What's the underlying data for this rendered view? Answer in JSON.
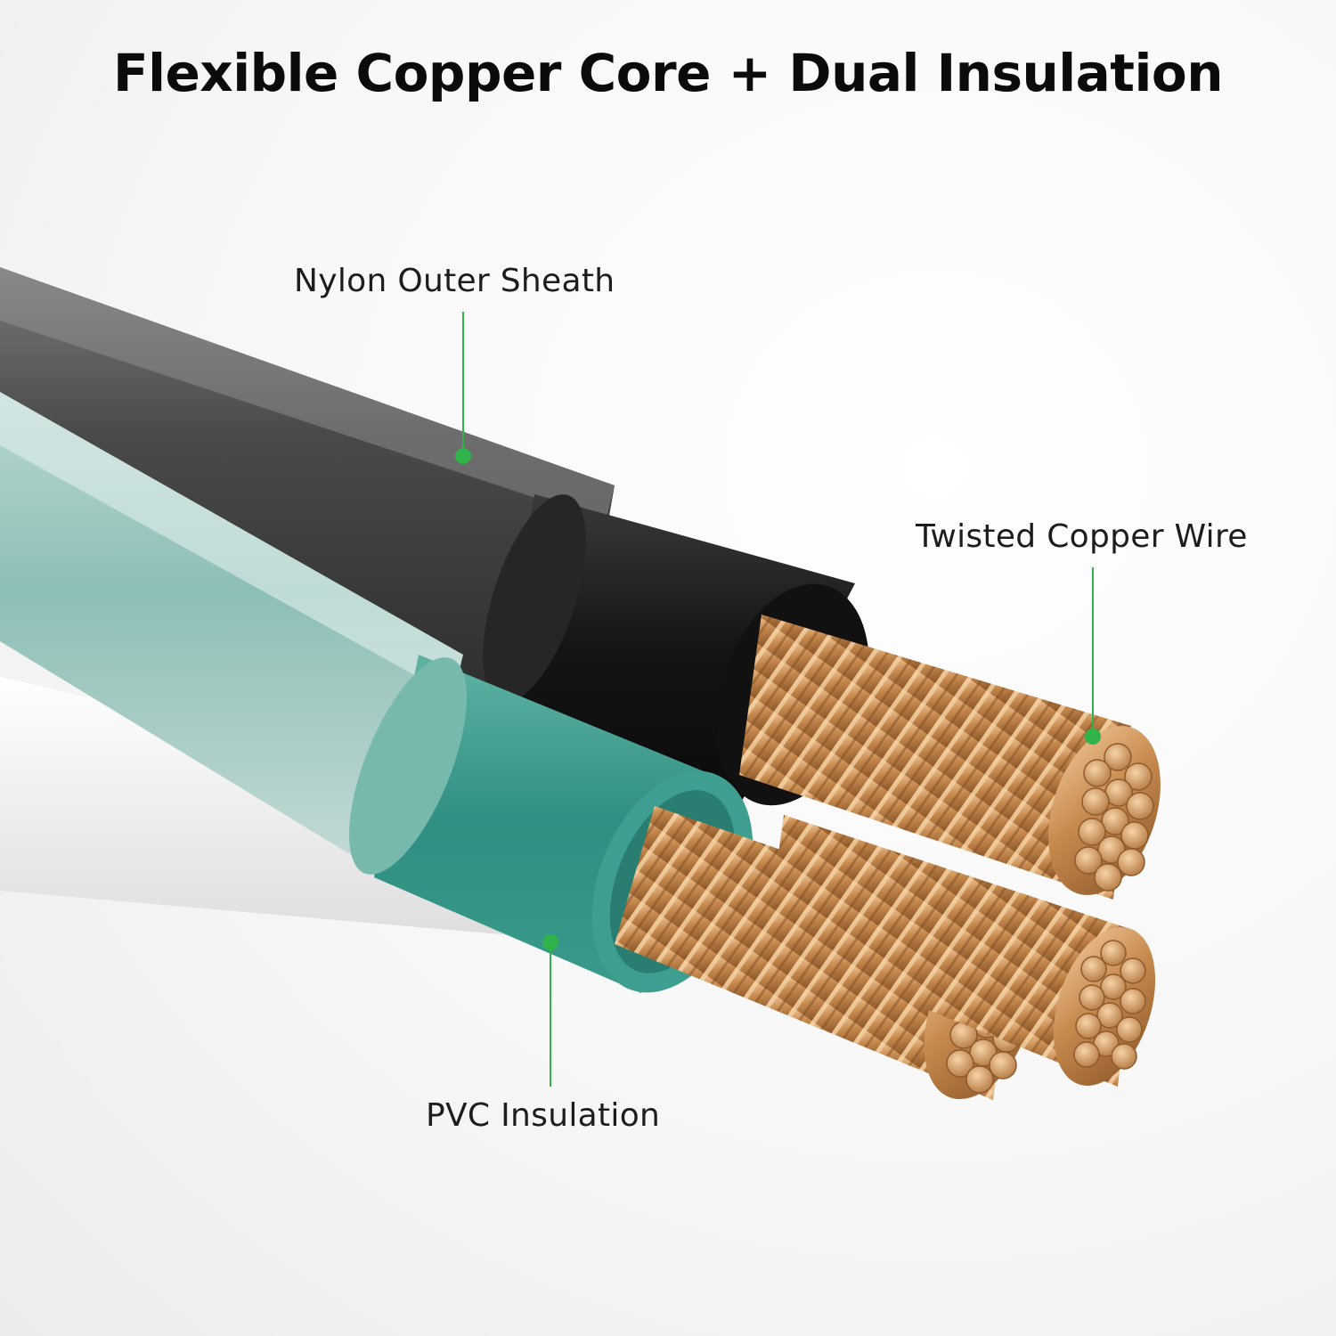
{
  "title": "Flexible Copper Core + Dual Insulation",
  "callouts": {
    "nylon": "Nylon Outer Sheath",
    "copper": "Twisted Copper Wire",
    "pvc": "PVC Insulation"
  },
  "colors": {
    "accent": "#2fb34a",
    "black_wire": "#1c1c1c",
    "green_wire": "#2f8f82",
    "white_wire": "#f0f0f0",
    "copper": "#c78a4e"
  }
}
